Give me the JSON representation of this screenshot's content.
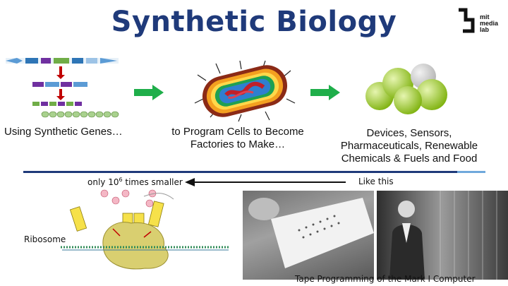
{
  "title": "Synthetic Biology",
  "logo": {
    "lines": [
      "mit",
      "media",
      "lab"
    ]
  },
  "captions": {
    "genes": "Using Synthetic Genes…",
    "cells": "to Program Cells to Become\nFactories to Make…",
    "products": "Devices, Sensors,\nPharmaceuticals, Renewable\nChemicals & Fuels and Food"
  },
  "lower": {
    "smaller_pre": "only 10",
    "smaller_sup": "6",
    "smaller_post": " times smaller",
    "like_this": "Like this",
    "ribosome": "Ribosome",
    "tape_caption": "Tape Programming of the Mark I Computer"
  },
  "colors": {
    "title": "#1f3a7a",
    "arrow": "#1fae4a",
    "rule": "#1f3a7a"
  }
}
